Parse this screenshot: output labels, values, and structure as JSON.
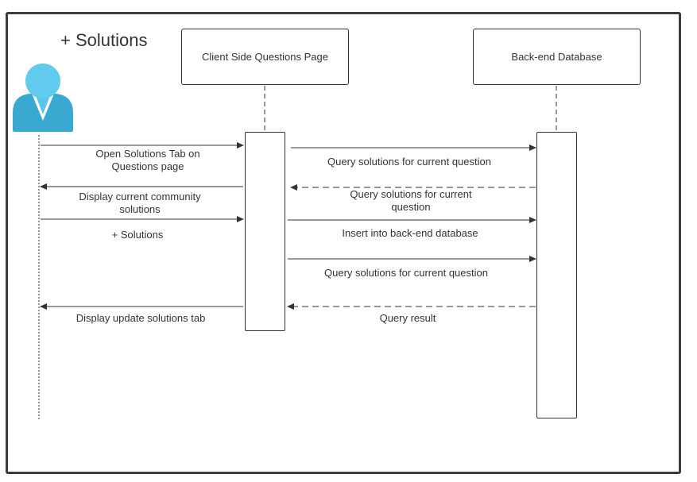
{
  "diagram": {
    "title": "+ Solutions",
    "participants": {
      "user": {
        "icon": "user-avatar-icon",
        "color": "#4fb3d9"
      },
      "client": {
        "label": "Client Side Questions Page"
      },
      "backend": {
        "label": "Back-end Database"
      }
    },
    "messages": [
      {
        "from": "user",
        "to": "client",
        "style": "solid",
        "label": "Open Solutions Tab on\nQuestions page"
      },
      {
        "from": "client",
        "to": "backend",
        "style": "solid",
        "label": "Query solutions for current question"
      },
      {
        "from": "backend",
        "to": "client",
        "style": "dashed",
        "label": "Query solutions for current\nquestion"
      },
      {
        "from": "client",
        "to": "user",
        "style": "solid",
        "label": "Display current community\nsolutions"
      },
      {
        "from": "user",
        "to": "client",
        "style": "solid",
        "label": "+ Solutions"
      },
      {
        "from": "client",
        "to": "backend",
        "style": "solid",
        "label": "Insert into back-end database"
      },
      {
        "from": "client",
        "to": "backend",
        "style": "solid",
        "label": "Query solutions for current question"
      },
      {
        "from": "backend",
        "to": "client",
        "style": "dashed",
        "label": "Query result"
      },
      {
        "from": "client",
        "to": "user",
        "style": "solid",
        "label": "Display update solutions tab"
      }
    ]
  }
}
